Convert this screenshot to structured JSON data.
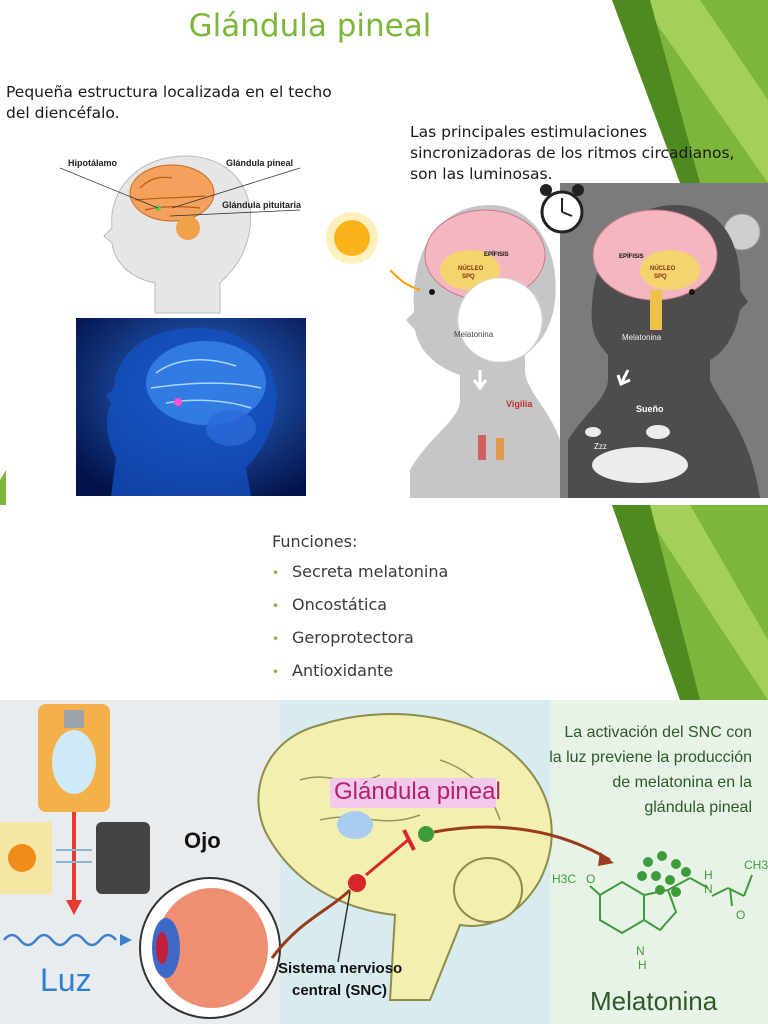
{
  "title": "Glándula pineal",
  "intro": "Pequeña estructura localizada en el techo del diencéfalo.",
  "stimulation_text": "Las principales estimulaciones sincronizadoras de los ritmos circadianos, son las luminosas.",
  "head_labels": {
    "hypothalamus": "Hipotálamo",
    "pineal": "Glándula pineal",
    "pituitary": "Glándula pituitaria"
  },
  "circadian": {
    "epifisis": "EPÍFISIS",
    "nucleo": "NÚCLEO",
    "spq": "SPQ",
    "melatonina": "Melatonina",
    "vigilia": "Vigilia",
    "sueno": "Sueño",
    "zzz": "Zzz"
  },
  "functions": {
    "title": "Funciones:",
    "items": [
      "Secreta melatonina",
      "Oncostática",
      "Geroprotectora",
      "Antioxidante"
    ]
  },
  "bottom": {
    "pineal_label": "Glándula pineal",
    "eye_label": "Ojo",
    "light_label": "Luz",
    "snc_line1": "Sistema nervioso",
    "snc_line2": "central (SNC)",
    "activation_lines": [
      "La activación del SNC con",
      "la luz previene la producción",
      "de melatonina en la",
      "glándula pineal"
    ],
    "melatonin_label": "Melatonina",
    "chem_h3co": "H3C",
    "chem_o": "O",
    "chem_n": "N",
    "chem_h": "H",
    "chem_ch3": "CH3"
  },
  "colors": {
    "accent_green": "#7db63b",
    "dark_green": "#4e8a1f",
    "melatonin_green": "#3e9b3a",
    "pineal_pink": "#e9a7d6"
  }
}
